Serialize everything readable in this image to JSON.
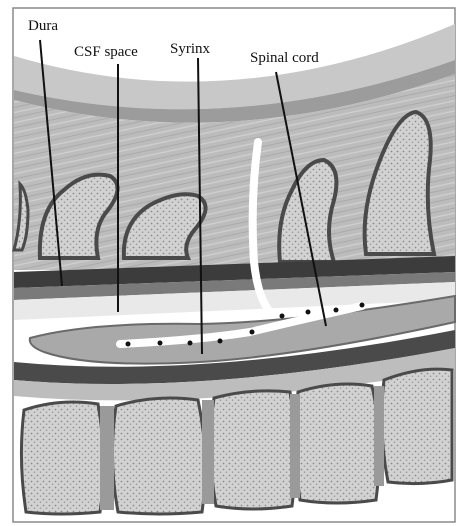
{
  "labels": {
    "dura": "Dura",
    "csf_space": "CSF space",
    "syrinx": "Syrinx",
    "spinal_cord": "Spinal cord"
  },
  "colors": {
    "frame": "#8a8a8a",
    "skin": "#c8c8c8",
    "muscle": "#b6b6b6",
    "dura": "#3c3c3c",
    "csf": "#e9e9e9",
    "cord": "#a9a9a9",
    "bone": "#dcdcdc",
    "bone_outline": "#4a4a4a",
    "syrinx": "#ffffff",
    "text": "#111111"
  }
}
